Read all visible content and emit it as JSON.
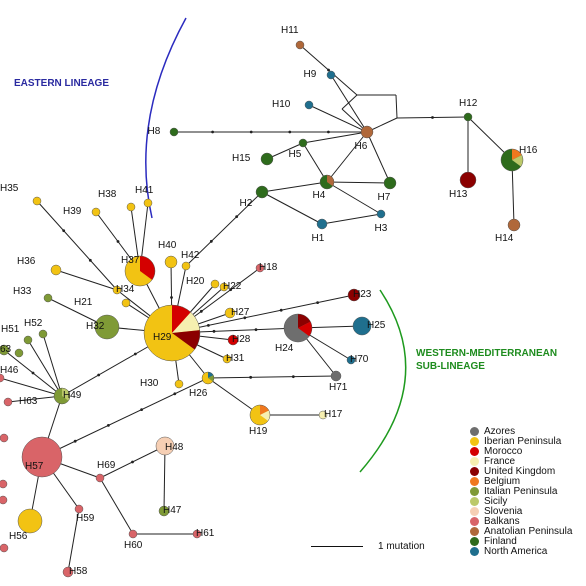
{
  "lineages": {
    "eastern": "EASTERN LINEAGE",
    "western_line1": "WESTERN-MEDITERRANEAN",
    "western_line2": "SUB-LINEAGE"
  },
  "scale_label": "1 mutation",
  "regions": [
    {
      "key": "azores",
      "name": "Azores",
      "color": "#6e6e6e"
    },
    {
      "key": "iberia",
      "name": "Iberian Peninsula",
      "color": "#f2c313"
    },
    {
      "key": "morocco",
      "name": "Morocco",
      "color": "#d40000"
    },
    {
      "key": "france",
      "name": "France",
      "color": "#f6efb0"
    },
    {
      "key": "uk",
      "name": "United Kingdom",
      "color": "#8b0000"
    },
    {
      "key": "belgium",
      "name": "Belgium",
      "color": "#f0781e"
    },
    {
      "key": "italy",
      "name": "Italian Peninsula",
      "color": "#7f9a36"
    },
    {
      "key": "sicily",
      "name": "Sicily",
      "color": "#bcc96a"
    },
    {
      "key": "slovenia",
      "name": "Slovenia",
      "color": "#f6cfb4"
    },
    {
      "key": "balkans",
      "name": "Balkans",
      "color": "#d96468"
    },
    {
      "key": "anatolia",
      "name": "Anatolian Peninsula",
      "color": "#b0683a"
    },
    {
      "key": "finland",
      "name": "Finland",
      "color": "#2e6b1c"
    },
    {
      "key": "namerica",
      "name": "North America",
      "color": "#1f6f8e"
    }
  ],
  "haplotypes": [
    {
      "label": "H1",
      "regions": [
        "namerica"
      ]
    },
    {
      "label": "H2",
      "regions": [
        "finland"
      ]
    },
    {
      "label": "H3",
      "regions": [
        "namerica"
      ]
    },
    {
      "label": "H4",
      "regions": [
        "finland",
        "anatolia"
      ]
    },
    {
      "label": "H5",
      "regions": [
        "finland"
      ]
    },
    {
      "label": "H6",
      "regions": [
        "anatolia"
      ]
    },
    {
      "label": "H7",
      "regions": [
        "finland"
      ]
    },
    {
      "label": "H8",
      "regions": [
        "finland"
      ]
    },
    {
      "label": "H9",
      "regions": [
        "namerica"
      ]
    },
    {
      "label": "H10",
      "regions": [
        "namerica"
      ]
    },
    {
      "label": "H11",
      "regions": [
        "anatolia"
      ]
    },
    {
      "label": "H12",
      "regions": [
        "finland"
      ]
    },
    {
      "label": "H13",
      "regions": [
        "uk"
      ]
    },
    {
      "label": "H14",
      "regions": [
        "anatolia"
      ]
    },
    {
      "label": "H15",
      "regions": [
        "finland"
      ]
    },
    {
      "label": "H16",
      "regions": [
        "finland",
        "belgium",
        "sicily"
      ]
    },
    {
      "label": "H17",
      "regions": [
        "france"
      ]
    },
    {
      "label": "H18",
      "regions": [
        "balkans"
      ]
    },
    {
      "label": "H19",
      "regions": [
        "iberia",
        "belgium",
        "france"
      ]
    },
    {
      "label": "H20",
      "regions": [
        "iberia"
      ]
    },
    {
      "label": "H21",
      "regions": [
        "iberia"
      ]
    },
    {
      "label": "H22",
      "regions": [
        "iberia"
      ]
    },
    {
      "label": "H23",
      "regions": [
        "uk"
      ]
    },
    {
      "label": "H24",
      "regions": [
        "azores",
        "uk",
        "morocco"
      ]
    },
    {
      "label": "H25",
      "regions": [
        "namerica"
      ]
    },
    {
      "label": "H26",
      "regions": [
        "iberia",
        "namerica",
        "italy"
      ]
    },
    {
      "label": "H27",
      "regions": [
        "iberia"
      ]
    },
    {
      "label": "H28",
      "regions": [
        "morocco"
      ]
    },
    {
      "label": "H29",
      "regions": [
        "iberia",
        "morocco",
        "france",
        "uk"
      ]
    },
    {
      "label": "H30",
      "regions": [
        "iberia"
      ]
    },
    {
      "label": "H31",
      "regions": [
        "iberia"
      ]
    },
    {
      "label": "H32",
      "regions": [
        "italy"
      ]
    },
    {
      "label": "H33",
      "regions": [
        "italy"
      ]
    },
    {
      "label": "H34",
      "regions": [
        "iberia"
      ]
    },
    {
      "label": "H35",
      "regions": [
        "iberia"
      ]
    },
    {
      "label": "H36",
      "regions": [
        "iberia"
      ]
    },
    {
      "label": "H37",
      "regions": [
        "iberia",
        "morocco"
      ]
    },
    {
      "label": "H38",
      "regions": [
        "iberia"
      ]
    },
    {
      "label": "H39",
      "regions": [
        "iberia"
      ]
    },
    {
      "label": "H40",
      "regions": [
        "iberia"
      ]
    },
    {
      "label": "H41",
      "regions": [
        "iberia"
      ]
    },
    {
      "label": "H42",
      "regions": [
        "iberia"
      ]
    },
    {
      "label": "H46",
      "regions": [
        "balkans"
      ]
    },
    {
      "label": "H47",
      "regions": [
        "italy"
      ]
    },
    {
      "label": "H48",
      "regions": [
        "slovenia"
      ]
    },
    {
      "label": "H49",
      "regions": [
        "italy",
        "sicily"
      ]
    },
    {
      "label": "H51",
      "regions": [
        "italy"
      ]
    },
    {
      "label": "H52",
      "regions": [
        "italy"
      ]
    },
    {
      "label": "H56",
      "regions": [
        "iberia"
      ]
    },
    {
      "label": "H57",
      "regions": [
        "balkans"
      ]
    },
    {
      "label": "H58",
      "regions": [
        "balkans"
      ]
    },
    {
      "label": "H59",
      "regions": [
        "balkans"
      ]
    },
    {
      "label": "H60",
      "regions": [
        "balkans"
      ]
    },
    {
      "label": "H61",
      "regions": [
        "balkans"
      ]
    },
    {
      "label": "H63",
      "regions": [
        "balkans"
      ]
    },
    {
      "label": "H69",
      "regions": [
        "balkans"
      ]
    },
    {
      "label": "H70",
      "regions": [
        "namerica"
      ]
    },
    {
      "label": "H71",
      "regions": [
        "azores"
      ]
    },
    {
      "label": "63",
      "regions": [
        "italy"
      ]
    }
  ]
}
